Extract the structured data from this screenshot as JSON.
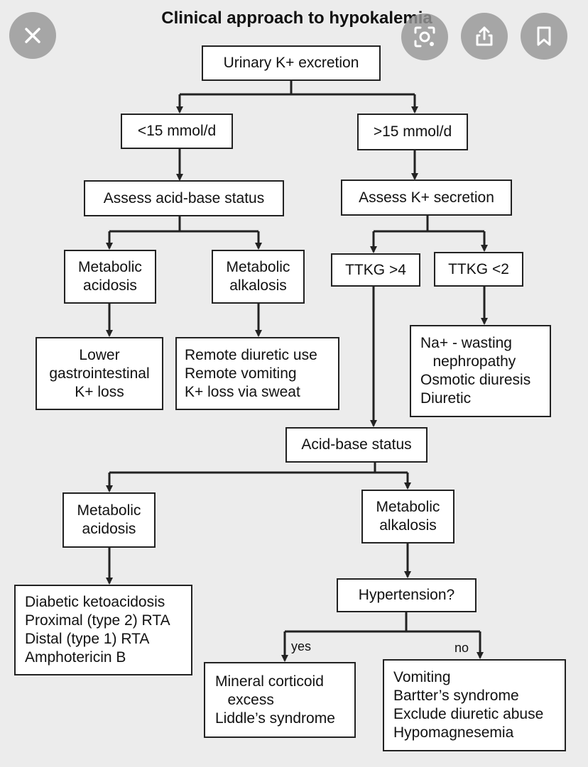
{
  "title": "Clinical approach to hypokalemia",
  "nodes": {
    "urinary": "Urinary K+ excretion",
    "lt15": "<15 mmol/d",
    "gt15": ">15 mmol/d",
    "assess_acid_base": "Assess acid-base status",
    "assess_k_secretion": "Assess K+ secretion",
    "met_acidosis_1": "Metabolic\nacidosis",
    "met_alkalosis_1": "Metabolic\nalkalosis",
    "ttkg_gt4": "TTKG >4",
    "ttkg_lt2": "TTKG <2",
    "lower_gi": "Lower\ngastrointestinal\nK+ loss",
    "remote": "Remote diuretic use\nRemote vomiting\nK+ loss via sweat",
    "na_wasting": "Na+ - wasting\n   nephropathy\nOsmotic diuresis\nDiuretic",
    "acid_base_status": "Acid-base status",
    "met_acidosis_2": "Metabolic\nacidosis",
    "met_alkalosis_2": "Metabolic\nalkalosis",
    "dka": "Diabetic ketoacidosis\nProximal (type 2) RTA\nDistal (type 1) RTA\nAmphotericin B",
    "hypertension": "Hypertension?",
    "mineral": "Mineral corticoid\n   excess\nLiddle’s syndrome",
    "vomiting": "Vomiting\nBartter’s syndrome\nExclude diuretic abuse\nHypomagnesemia"
  },
  "edge_labels": {
    "yes": "yes",
    "no": "no"
  },
  "overlay": {
    "close_icon": "close-icon",
    "lens_icon": "visual-search-icon",
    "share_icon": "share-icon",
    "bookmark_icon": "bookmark-icon"
  },
  "colors": {
    "background": "#ececec",
    "line": "#222222",
    "overlay_button": "#969696"
  }
}
